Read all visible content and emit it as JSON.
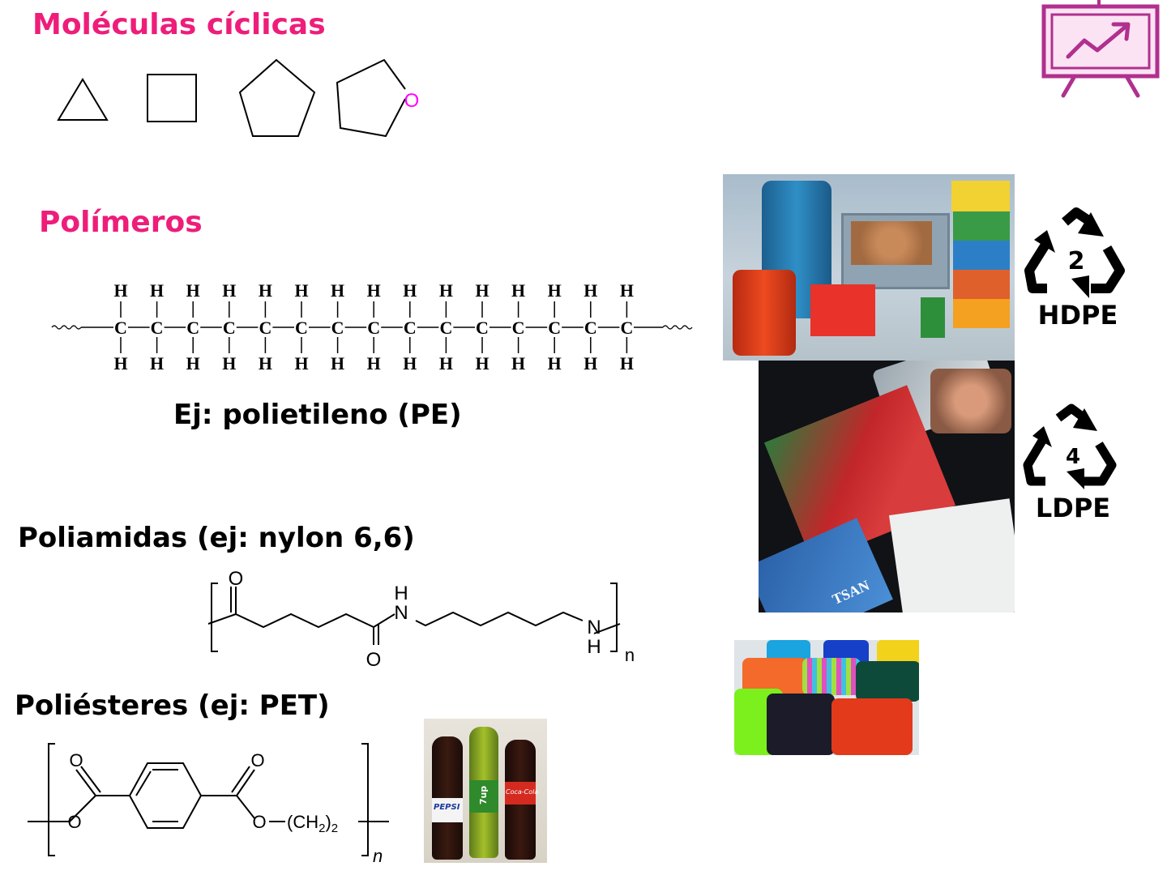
{
  "titles": {
    "cyclic": "Moléculas cíclicas",
    "polymers": "Polímeros",
    "pe_example": "Ej: polietileno (PE)",
    "polyamides": "Poliamidas (ej: nylon 6,6)",
    "polyesters": "Poliésteres (ej: PET)"
  },
  "cyclic": {
    "ring_atom": "O"
  },
  "pe": {
    "h": "H",
    "c": "C",
    "units": 15
  },
  "nylon": {
    "o_top": "O",
    "o_bottom": "O",
    "h_top": "H",
    "n_top": "N",
    "n_right": "N",
    "h_right": "H",
    "subscript": "n"
  },
  "pet": {
    "o1": "O",
    "o2": "O",
    "o3": "O",
    "o4": "O",
    "ch2": "(CH",
    "ch2_sub": "2",
    "ch2_close": ")",
    "ch2_n": "2",
    "subscript": "n"
  },
  "recycle": {
    "hdpe_number": "2",
    "hdpe_label": "HDPE",
    "ldpe_number": "4",
    "ldpe_label": "LDPE"
  },
  "bottles": {
    "pepsi": "PEPSI",
    "sevenup": "7up",
    "coke": "Coca-Cola"
  },
  "bags": {
    "brand": "TSAN"
  },
  "colors": {
    "accent_pink": "#ee1d7a",
    "ring_o": "#ff00ff",
    "icon_magenta": "#b0308f"
  }
}
